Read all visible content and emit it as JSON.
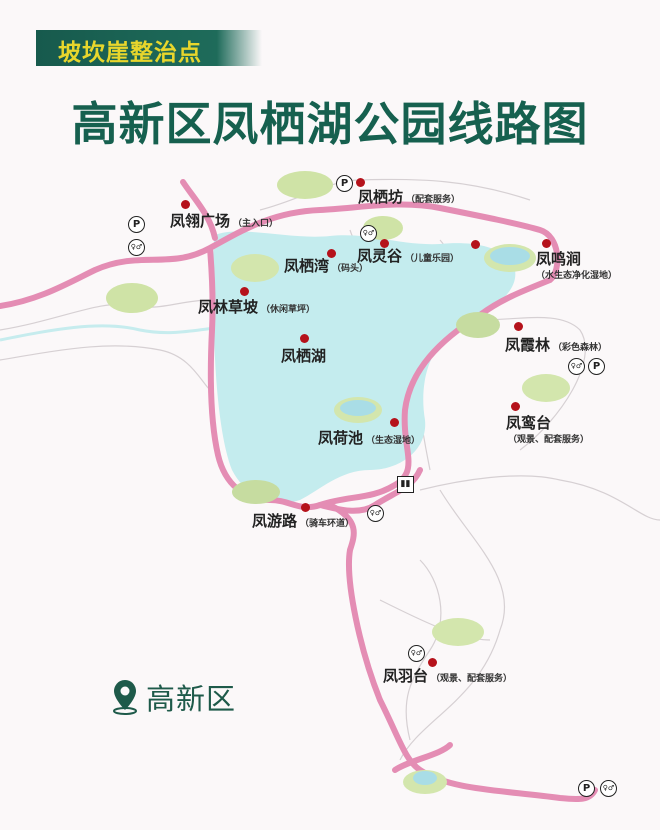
{
  "header": {
    "badge": "坡坎崖整治点",
    "title": "高新区凤栖湖公园线路图"
  },
  "region": {
    "icon": "location-pin-icon",
    "label": "高新区"
  },
  "colors": {
    "title_green": "#16604f",
    "badge_bg": "#175a4d",
    "badge_text": "#e8d62c",
    "route_pink": "#e48db4",
    "lake_blue": "#c4ecee",
    "marker_red": "#b5121b"
  },
  "points": [
    {
      "name": "凤翎广场",
      "note": "（主入口）"
    },
    {
      "name": "凤栖坊",
      "note": "（配套服务）"
    },
    {
      "name": "凤栖湾",
      "note": "（码头）"
    },
    {
      "name": "凤灵谷",
      "note": "（儿童乐园）"
    },
    {
      "name": "凤鸣涧",
      "note": "（水生态净化湿地）"
    },
    {
      "name": "凤林草坡",
      "note": "（休闲草坪）"
    },
    {
      "name": "凤栖湖",
      "note": ""
    },
    {
      "name": "凤霞林",
      "note": "（彩色森林）"
    },
    {
      "name": "凤鸾台",
      "note": "（观景、配套服务）"
    },
    {
      "name": "凤荷池",
      "note": "（生态湿地）"
    },
    {
      "name": "凤游路",
      "note": "（骑车环道）"
    },
    {
      "name": "凤羽台",
      "note": "（观景、配套服务）"
    }
  ],
  "icons": {
    "parking": "P",
    "restroom": "♀♂",
    "wc": "🚻"
  }
}
